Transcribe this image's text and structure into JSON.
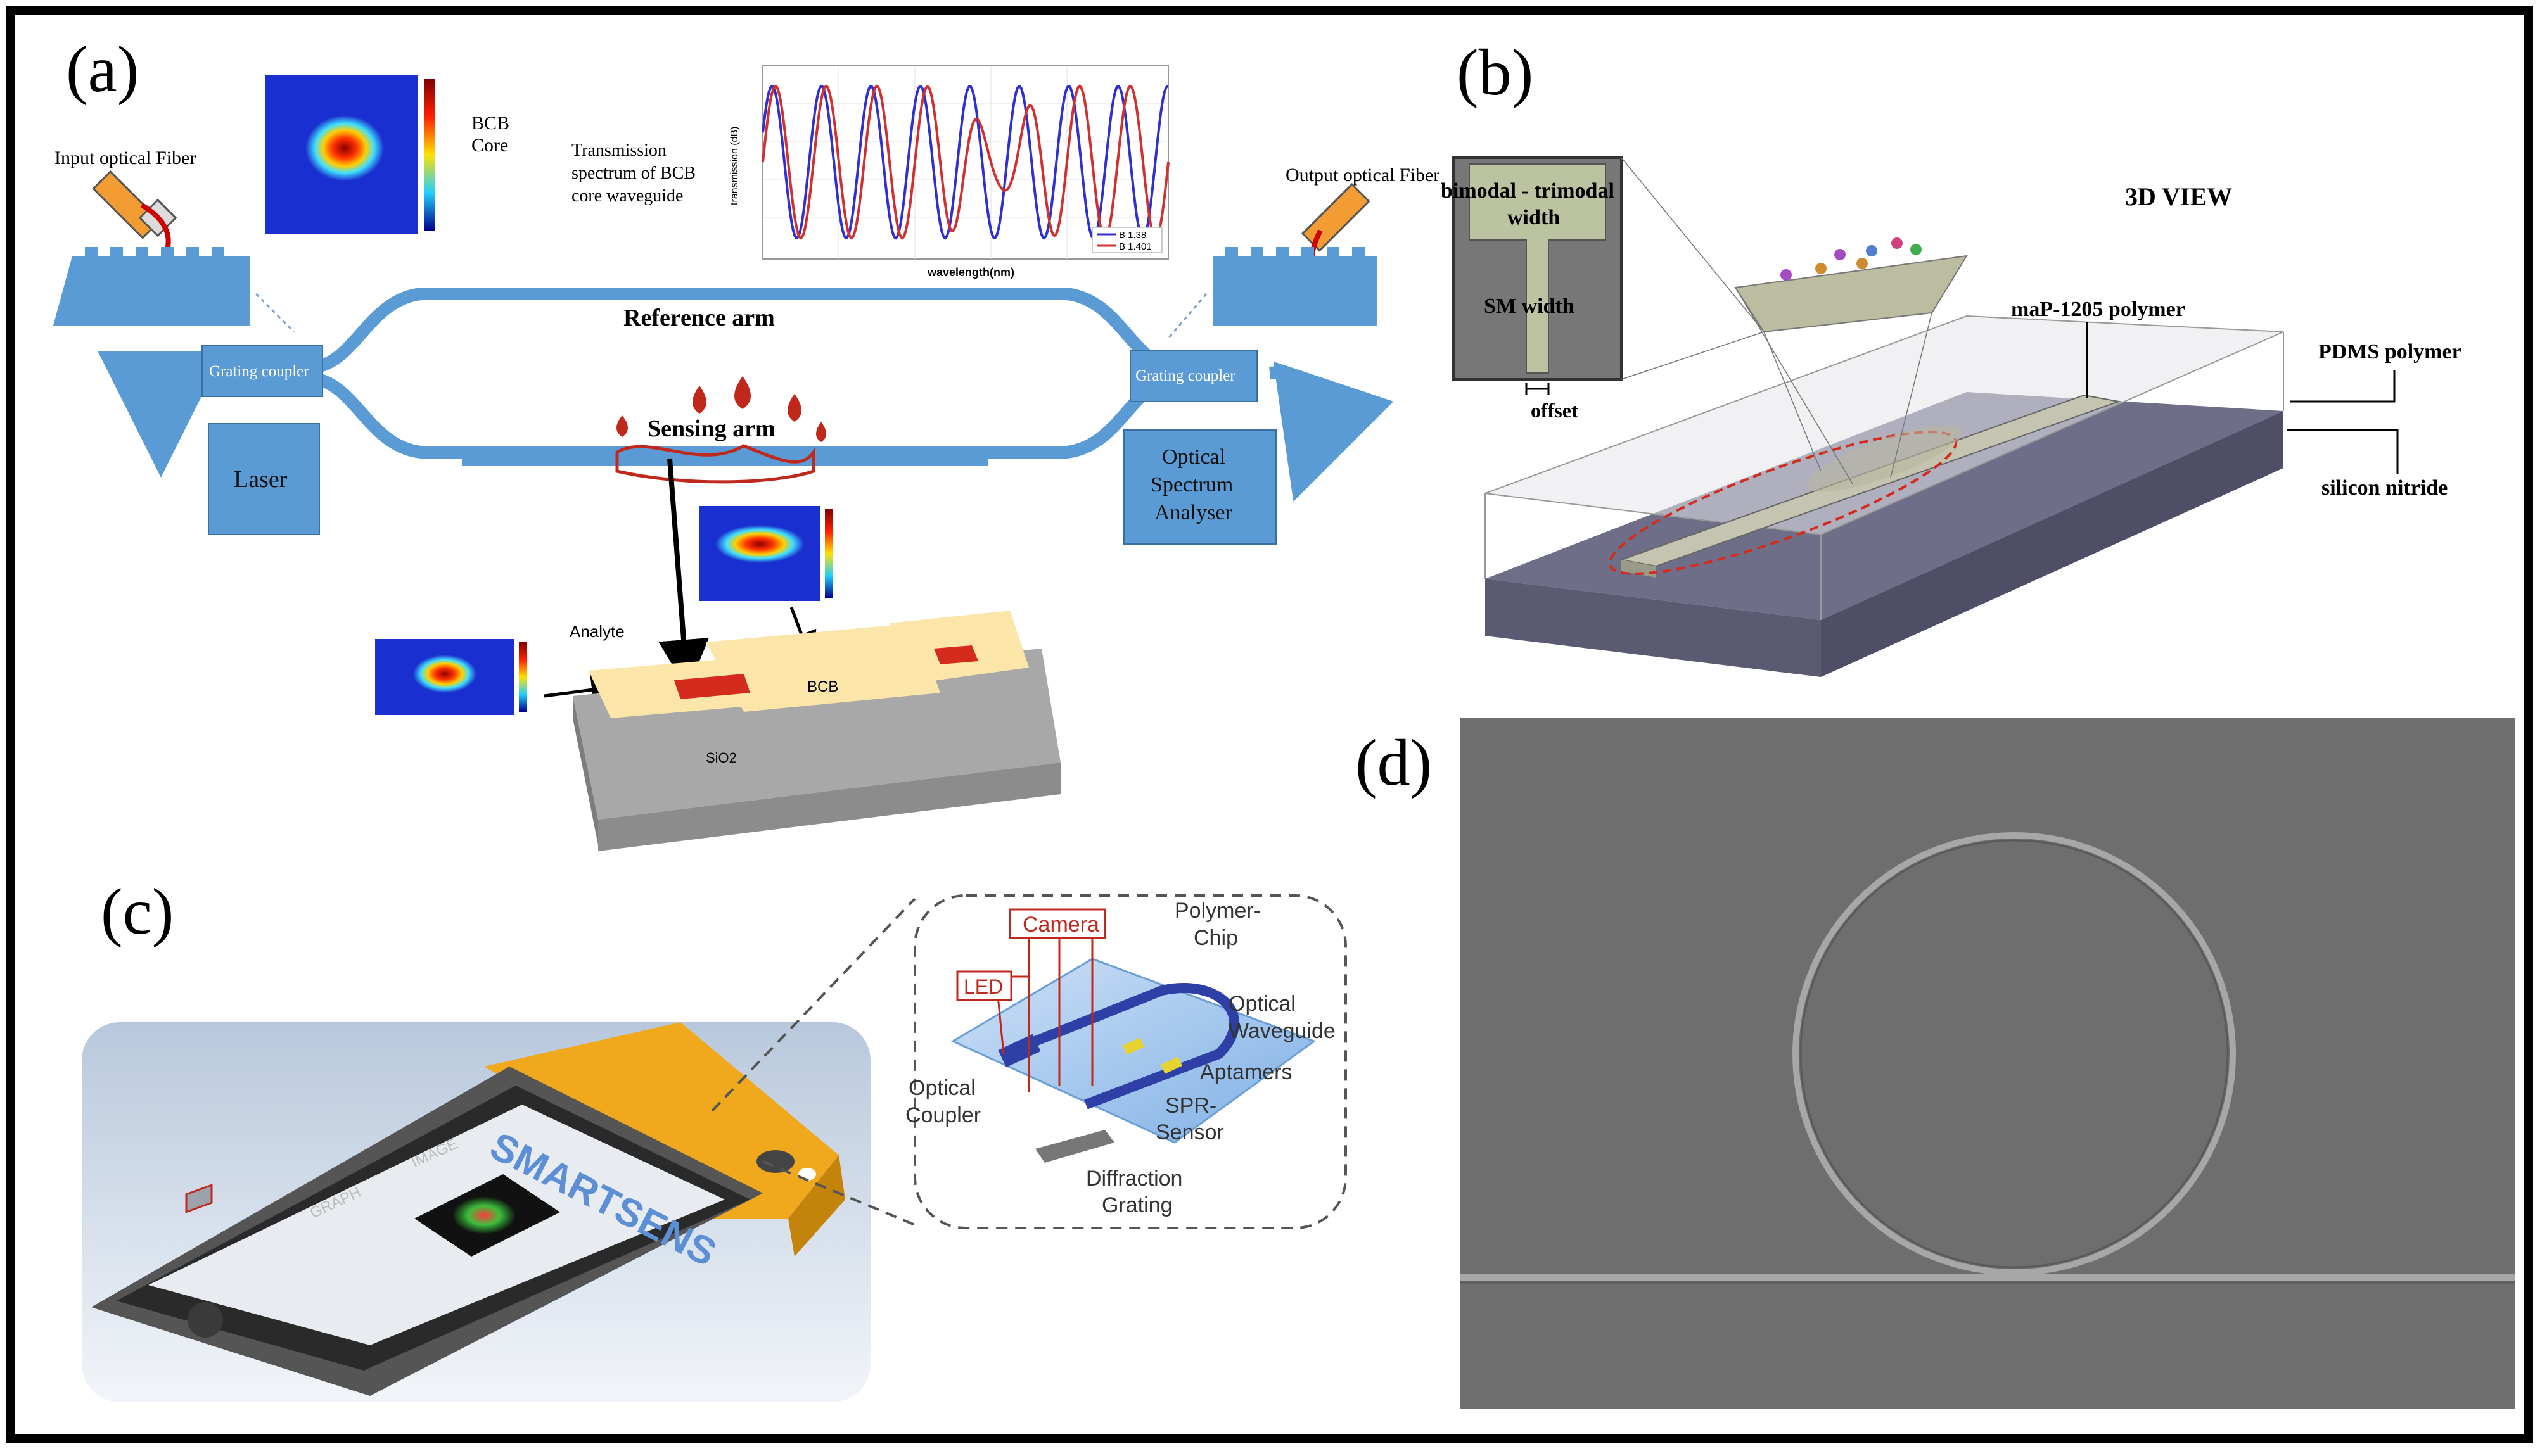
{
  "panels": {
    "a": {
      "label": "(a)",
      "input_fiber": "Input optical Fiber",
      "output_fiber": "Output optical Fiber",
      "bcb_core_title": "BCB",
      "bcb_core_sub": "Core",
      "transmission_l1": "Transmission",
      "transmission_l2": "spectrum of BCB",
      "transmission_l3": "core waveguide",
      "plot_xlabel": "wavelength(nm)",
      "plot_ylabel": "transmission (dB)",
      "plot_legend": [
        "B 1.38",
        "B 1.401"
      ],
      "reference_arm": "Reference arm",
      "sensing_arm": "Sensing arm",
      "grating_coupler_left": "Grating coupler",
      "grating_coupler_right": "Grating coupler",
      "laser": "Laser",
      "osa_l1": "Optical",
      "osa_l2": "Spectrum",
      "osa_l3": "Analyser",
      "analyte": "Analyte",
      "bcb": "BCB",
      "sio2": "SiO2"
    },
    "b": {
      "label": "(b)",
      "view": "3D VIEW",
      "bimodal": "bimodal - trimodal",
      "width": "width",
      "sm_width": "SM width",
      "offset": "offset",
      "map_polymer": "maP-1205 polymer",
      "pdms": "PDMS polymer",
      "silicon_nitride": "silicon nitride"
    },
    "c": {
      "label": "(c)",
      "camera": "Camera",
      "led": "LED",
      "polymer_chip_l1": "Polymer-",
      "polymer_chip_l2": "Chip",
      "optical_waveguide_l1": "Optical",
      "optical_waveguide_l2": "Waveguide",
      "aptamers": "Aptamers",
      "spr_l1": "SPR-",
      "spr_l2": "Sensor",
      "optical_coupler_l1": "Optical",
      "optical_coupler_l2": "Coupler",
      "diffraction_l1": "Diffraction",
      "diffraction_l2": "Grating",
      "brand": "SMARTSENS",
      "graph_label": "GRAPH",
      "image_label": "IMAGE"
    },
    "d": {
      "label": "(d)"
    }
  },
  "colors": {
    "waveguide_blue": "#5b9bd5",
    "box_blue": "#5b9bd5",
    "drop_red": "#c0281c",
    "sem_gray": "#6e6e6e",
    "chip_blue": "#9cc3ea",
    "phone_orange": "#f0a81c"
  }
}
